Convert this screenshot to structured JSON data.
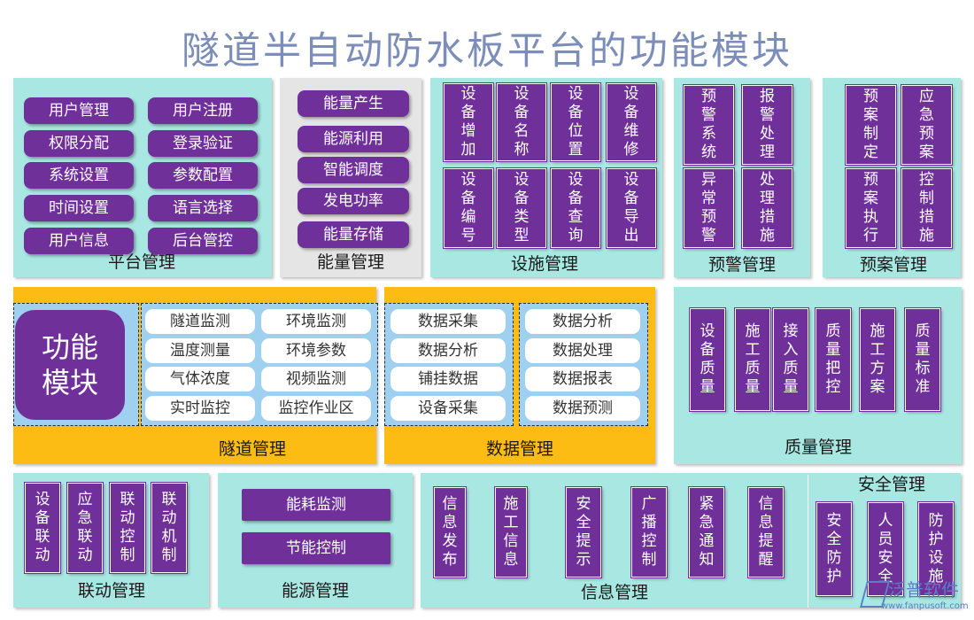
{
  "title": "隧道半自动防水板平台的功能模块",
  "platform": {
    "label": "平台管理",
    "items": [
      "用户管理",
      "用户注册",
      "权限分配",
      "登录验证",
      "系统设置",
      "参数配置",
      "时间设置",
      "语言选择",
      "用户信息",
      "后台管控"
    ]
  },
  "energy": {
    "label": "能量管理",
    "items": [
      "能量产生",
      "能源利用",
      "智能调度",
      "发电功率",
      "能量存储"
    ]
  },
  "facility": {
    "label": "设施管理",
    "items": [
      "设备增加",
      "设备名称",
      "设备位置",
      "设备维修",
      "设备编号",
      "设备类型",
      "设备查询",
      "设备导出"
    ]
  },
  "warning": {
    "label": "预警管理",
    "items": [
      "预警系统",
      "报警处理",
      "异常预警",
      "处理措施"
    ]
  },
  "plan": {
    "label": "预案管理",
    "items": [
      "预案制定",
      "应急预案",
      "预案执行",
      "控制措施"
    ]
  },
  "function_module": "功能模块",
  "tunnel": {
    "label": "隧道管理",
    "items": [
      "隧道监测",
      "环境监测",
      "温度测量",
      "环境参数",
      "气体浓度",
      "视频监测",
      "实时监控",
      "监控作业区"
    ]
  },
  "data_mgmt": {
    "label": "数据管理",
    "left": [
      "数据采集",
      "数据分析",
      "铺挂数据",
      "设备采集"
    ],
    "right": [
      "数据分析",
      "数据处理",
      "数据报表",
      "数据预测"
    ]
  },
  "quality": {
    "label": "质量管理",
    "items": [
      "设备质量",
      "施工质量",
      "接入质量",
      "质量把控",
      "施工方案",
      "质量标准"
    ]
  },
  "linkage": {
    "label": "联动管理",
    "items": [
      "设备联动",
      "应急联动",
      "联动控制",
      "联动机制"
    ]
  },
  "power": {
    "label": "能源管理",
    "items": [
      "能耗监测",
      "节能控制"
    ]
  },
  "info": {
    "label": "信息管理",
    "items": [
      "信息发布",
      "施工信息",
      "安全提示",
      "广播控制",
      "紧急通知",
      "信息提醒"
    ]
  },
  "safety": {
    "label": "安全管理",
    "items": [
      "安全防护",
      "人员安全",
      "防护设施"
    ]
  },
  "logo": {
    "text": "泛普软件",
    "url": "www.fanpusoft.com"
  },
  "colors": {
    "panel": "#a9e7e2",
    "panel_gray": "#e5e5e5",
    "panel_orange": "#fcbc14",
    "box": "#70309a",
    "title": "#7b8db8"
  }
}
